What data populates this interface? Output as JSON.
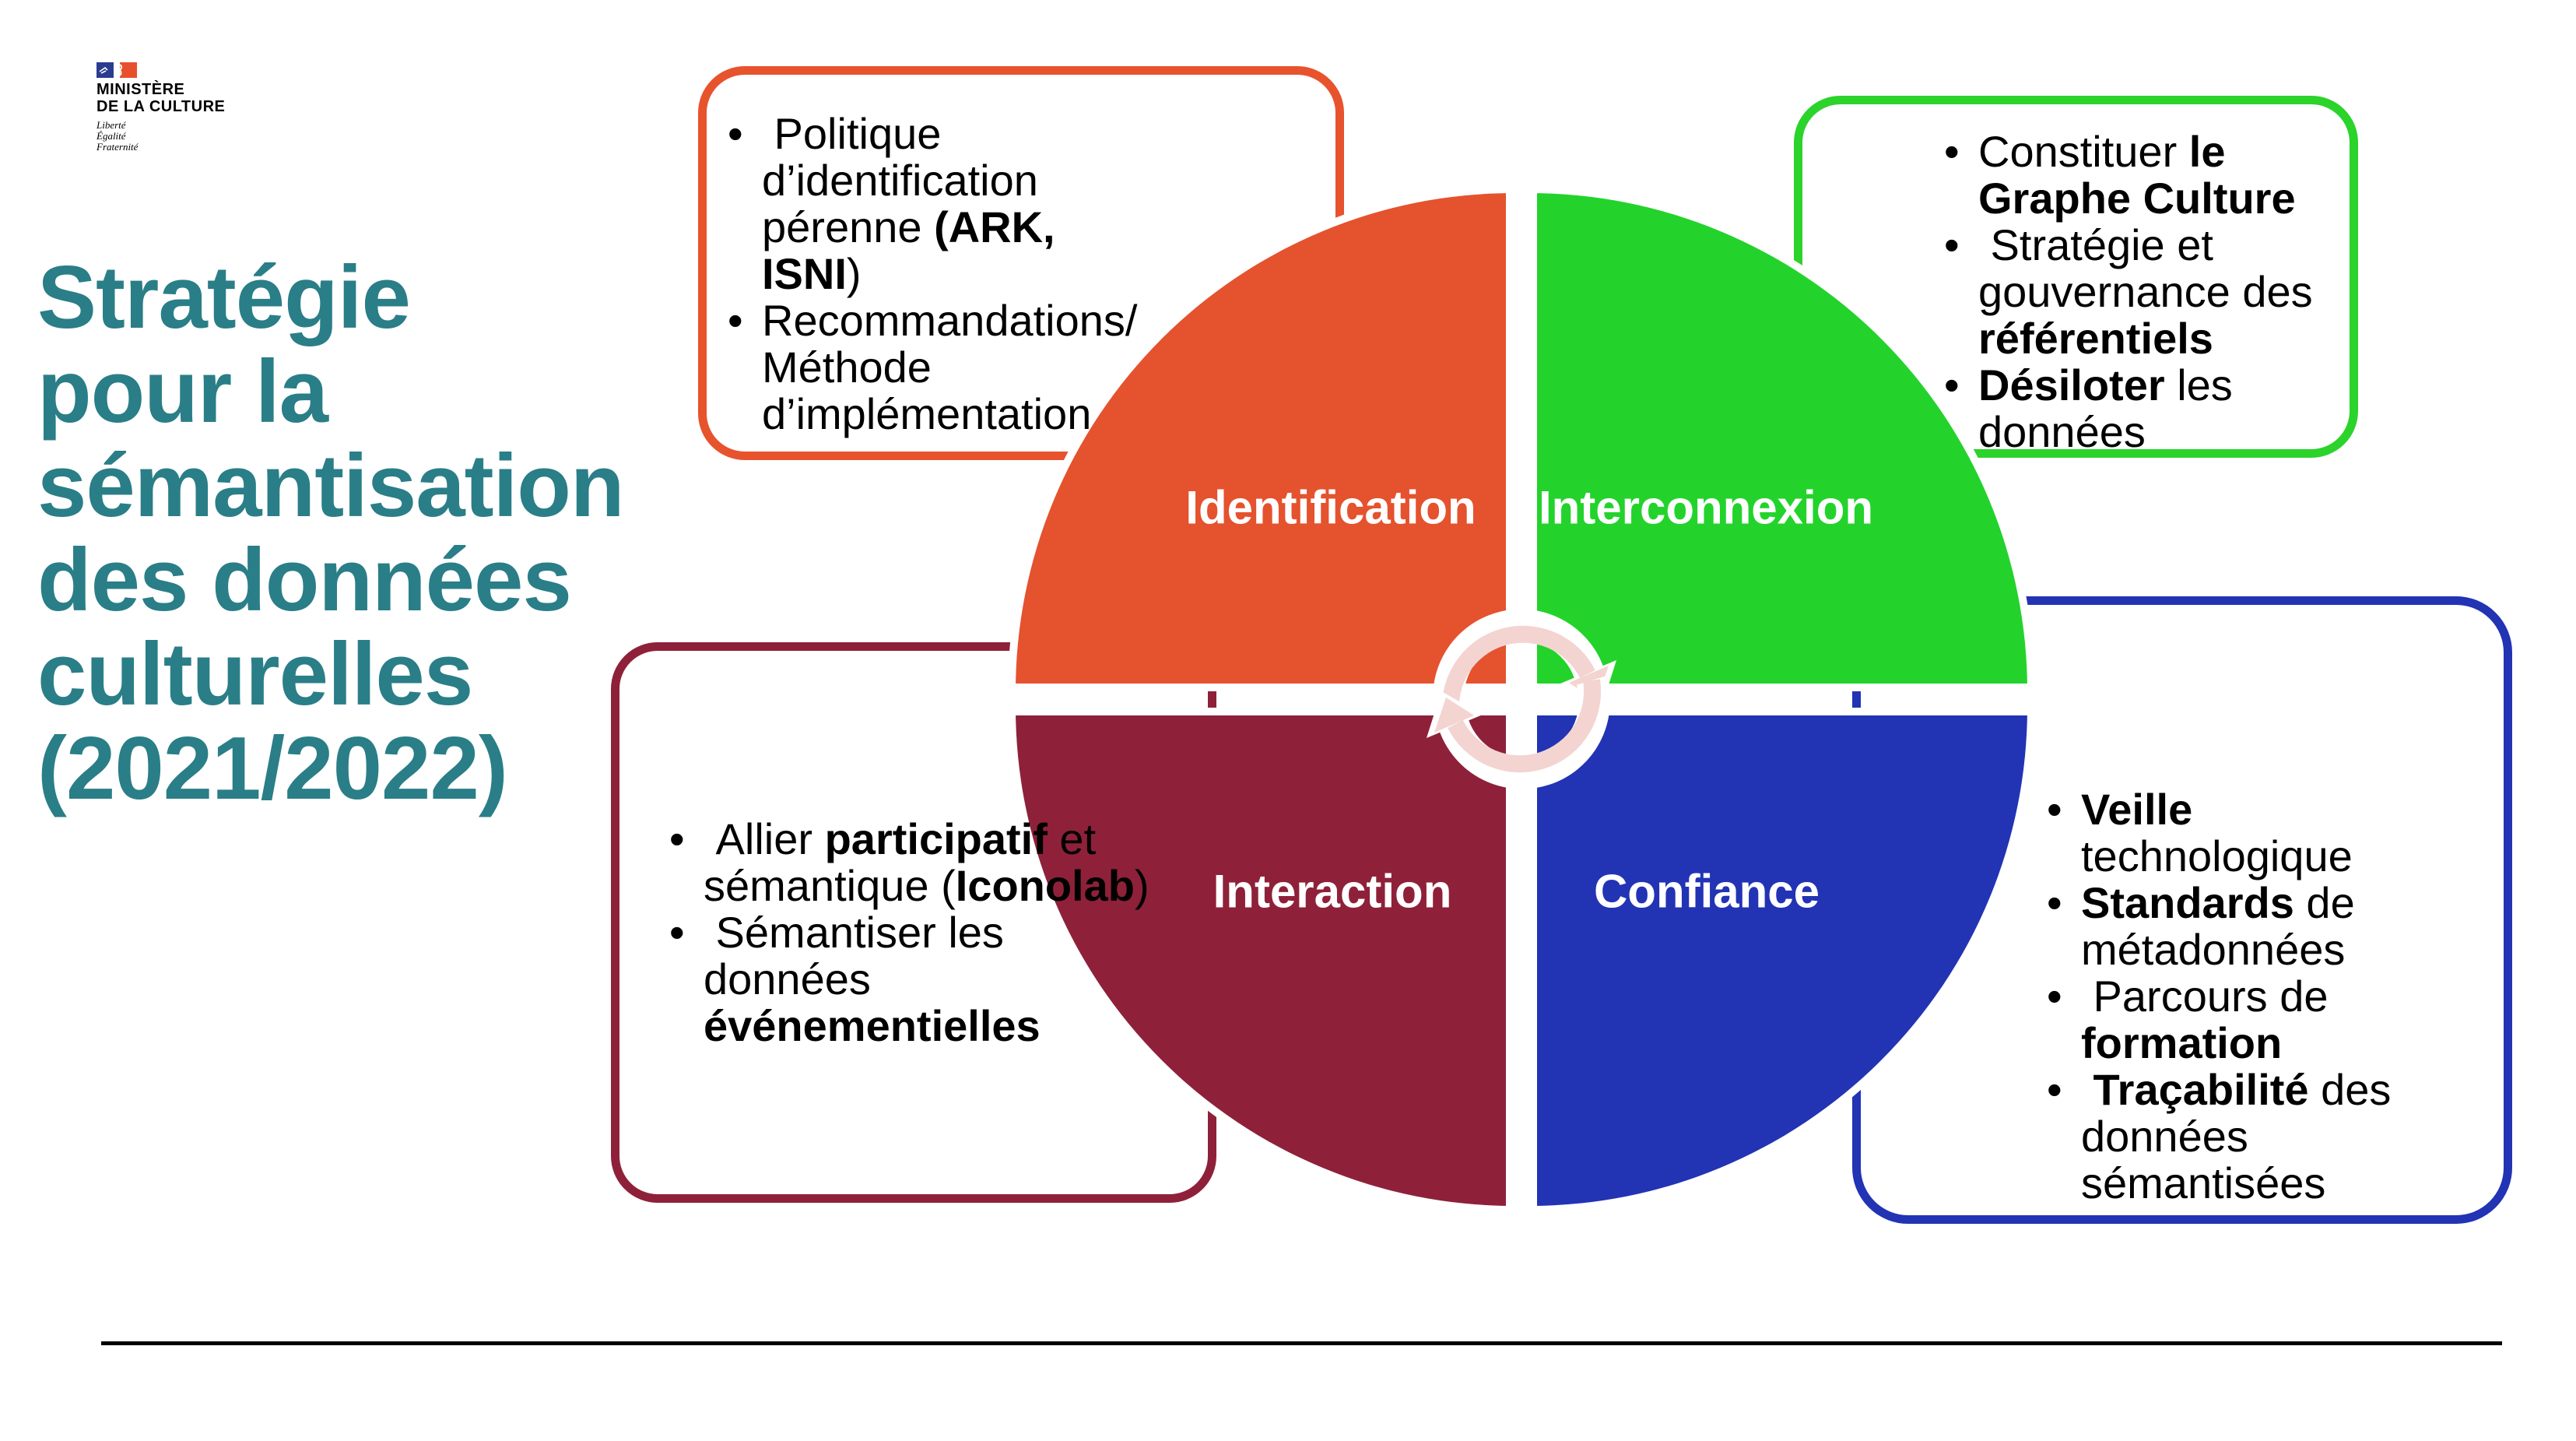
{
  "logo": {
    "ministry_lines": [
      "MINISTÈRE",
      "DE LA CULTURE"
    ],
    "motto_lines": [
      "Liberté",
      "Égalité",
      "Fraternité"
    ],
    "flag_blue": "#2A3C8F",
    "flag_red": "#E8502D"
  },
  "title": {
    "lines": [
      "Stratégie",
      "pour la",
      "sémantisation",
      "des données",
      "culturelles",
      "(2021/2022)"
    ],
    "color": "#2A7E87"
  },
  "diagram": {
    "center_icon": "cycle-arrows-icon",
    "arrow_color": "#F3D4D0",
    "quadrants": [
      {
        "id": "identification",
        "label": "Identification",
        "color": "#E5522E",
        "position": "top-left"
      },
      {
        "id": "interconnexion",
        "label": "Interconnexion",
        "color": "#23D32B",
        "position": "top-right"
      },
      {
        "id": "interaction",
        "label": "Interaction",
        "color": "#8E2139",
        "position": "bottom-left"
      },
      {
        "id": "confiance",
        "label": "Confiance",
        "color": "#2233B4",
        "position": "bottom-right"
      }
    ],
    "callouts": [
      {
        "id": "identification",
        "accent": "#E7532D",
        "items": [
          [
            {
              "t": " Politique d’identification pérenne ",
              "b": false
            },
            {
              "t": "(ARK, ISNI",
              "b": true
            },
            {
              "t": ")",
              "b": false
            }
          ],
          [
            {
              "t": "Recommandations/ Méthode d’implémentation",
              "b": false
            }
          ]
        ]
      },
      {
        "id": "interconnexion",
        "accent": "#2BD32B",
        "items": [
          [
            {
              "t": "Constituer ",
              "b": false
            },
            {
              "t": "le Graphe Culture",
              "b": true
            }
          ],
          [
            {
              "t": " Stratégie et gouvernance des ",
              "b": false
            },
            {
              "t": "référentiels",
              "b": true
            }
          ],
          [
            {
              "t": "Désiloter",
              "b": true
            },
            {
              "t": " les données",
              "b": false
            }
          ]
        ]
      },
      {
        "id": "interaction",
        "accent": "#8E2139",
        "items": [
          [
            {
              "t": " Allier ",
              "b": false
            },
            {
              "t": "participatif",
              "b": true
            },
            {
              "t": " et sémantique (",
              "b": false
            },
            {
              "t": "Iconolab",
              "b": true
            },
            {
              "t": ")",
              "b": false
            }
          ],
          [
            {
              "t": " Sémantiser les données ",
              "b": false
            },
            {
              "t": "événementielles",
              "b": true
            }
          ]
        ]
      },
      {
        "id": "confiance",
        "accent": "#2233B4",
        "items": [
          [
            {
              "t": "Veille",
              "b": true
            },
            {
              "t": " technologique",
              "b": false
            }
          ],
          [
            {
              "t": "Standards",
              "b": true
            },
            {
              "t": " de métadonnées",
              "b": false
            }
          ],
          [
            {
              "t": " Parcours de ",
              "b": false
            },
            {
              "t": "formation",
              "b": true
            }
          ],
          [
            {
              "t": " Traçabilité",
              "b": true
            },
            {
              "t": " des données sémantisées",
              "b": false
            }
          ]
        ]
      }
    ]
  }
}
